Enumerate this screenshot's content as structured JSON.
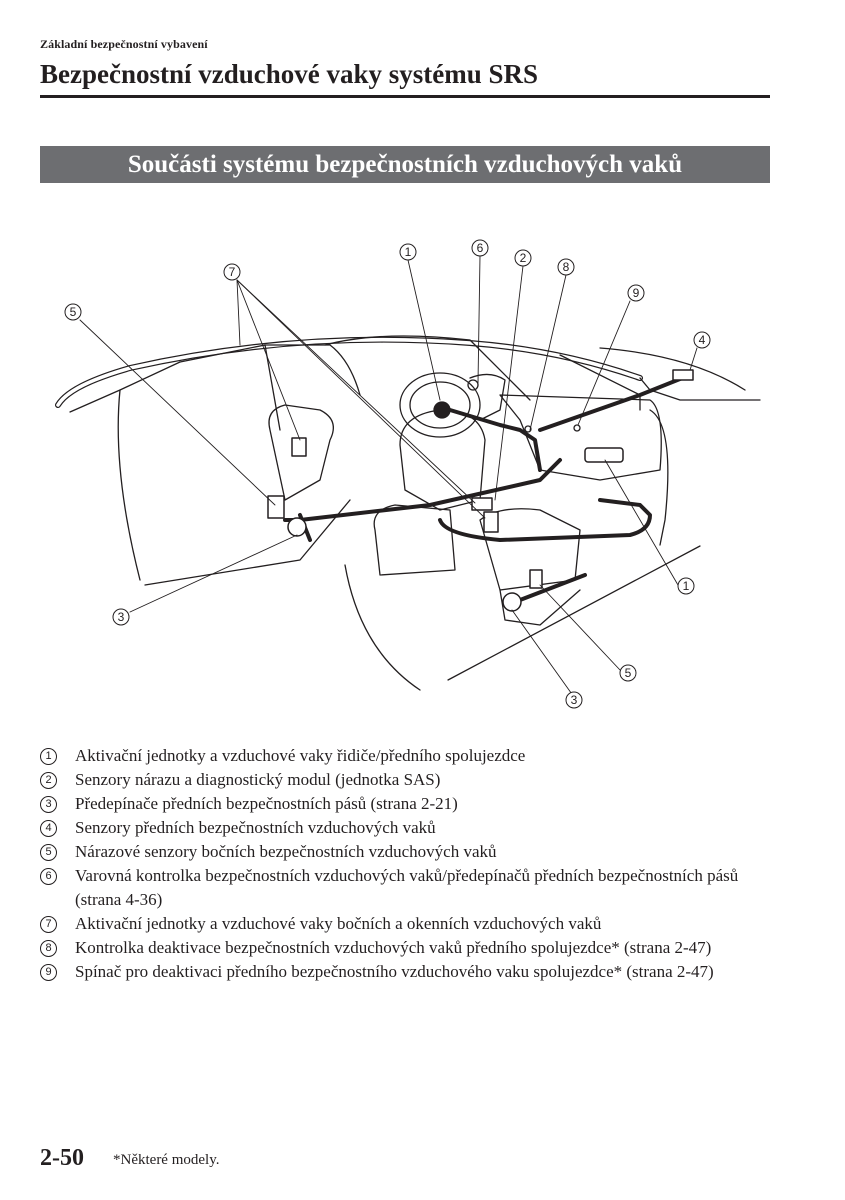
{
  "header": {
    "section_label": "Základní bezpečnostní vybavení",
    "chapter_title": "Bezpečnostní vzduchové vaky systému SRS"
  },
  "banner": {
    "title": "Součásti systému bezpečnostních vzduchových vaků"
  },
  "diagram": {
    "callouts": [
      "1",
      "6",
      "2",
      "8",
      "7",
      "9",
      "5",
      "4",
      "1",
      "3",
      "5",
      "3"
    ]
  },
  "legend": [
    {
      "num": "1",
      "text": "Aktivační jednotky a vzduchové vaky řidiče/předního spolujezdce"
    },
    {
      "num": "2",
      "text": "Senzory nárazu a diagnostický modul (jednotka SAS)"
    },
    {
      "num": "3",
      "text": "Předepínače předních bezpečnostních pásů (strana 2-21)"
    },
    {
      "num": "4",
      "text": "Senzory předních bezpečnostních vzduchových vaků"
    },
    {
      "num": "5",
      "text": "Nárazové senzory bočních bezpečnostních vzduchových vaků"
    },
    {
      "num": "6",
      "text": "Varovná kontrolka bezpečnostních vzduchových vaků/předepínačů předních bezpečnostních pásů (strana 4-36)"
    },
    {
      "num": "7",
      "text": "Aktivační jednotky a vzduchové vaky bočních a okenních vzduchových vaků"
    },
    {
      "num": "8",
      "text": "Kontrolka deaktivace bezpečnostních vzduchových vaků předního spolujezdce* (strana 2-47)"
    },
    {
      "num": "9",
      "text": "Spínač pro deaktivaci předního bezpečnostního vzduchového vaku spolujezdce* (strana 2-47)"
    }
  ],
  "footer": {
    "page_number": "2-50",
    "footnote": "*Některé modely."
  }
}
